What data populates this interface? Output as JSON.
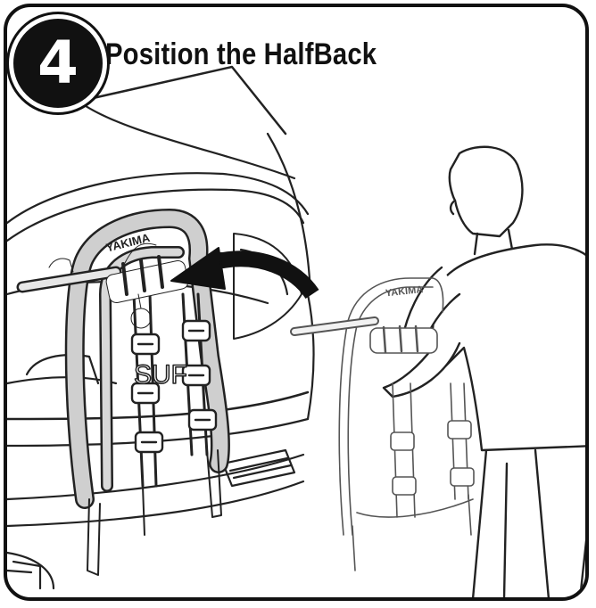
{
  "step": {
    "number": "4",
    "title": "Position the HalfBack"
  },
  "labels": {
    "brand_on_rack": "YAKIMA",
    "brand_on_held_rack": "YAKIMA",
    "car_badge": "SUF"
  }
}
